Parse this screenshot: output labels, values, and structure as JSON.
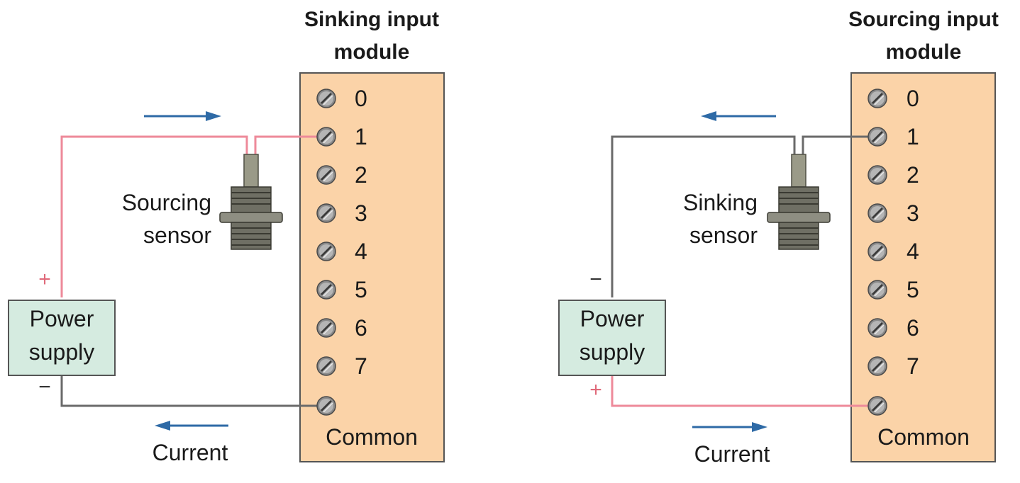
{
  "colors": {
    "module_fill": "#fbd3a8",
    "power_fill": "#d5ebe0",
    "positive_wire": "#ee8a9a",
    "negative_wire": "#6a6a6a",
    "current_arrow": "#2e6aa6",
    "plus_sign": "#e06a7a"
  },
  "panels": [
    {
      "module_title_line1": "Sinking input",
      "module_title_line2": "module",
      "terminals": [
        "0",
        "1",
        "2",
        "3",
        "4",
        "5",
        "6",
        "7"
      ],
      "common_label": "Common",
      "sensor_label_line1": "Sourcing",
      "sensor_label_line2": "sensor",
      "power_label_line1": "Power",
      "power_label_line2": "supply",
      "top_sign": "+",
      "bottom_sign": "−",
      "current_label": "Current",
      "top_arrow_direction": "right",
      "bottom_arrow_direction": "left"
    },
    {
      "module_title_line1": "Sourcing input",
      "module_title_line2": "module",
      "terminals": [
        "0",
        "1",
        "2",
        "3",
        "4",
        "5",
        "6",
        "7"
      ],
      "common_label": "Common",
      "sensor_label_line1": "Sinking",
      "sensor_label_line2": "sensor",
      "power_label_line1": "Power",
      "power_label_line2": "supply",
      "top_sign": "−",
      "bottom_sign": "+",
      "current_label": "Current",
      "top_arrow_direction": "left",
      "bottom_arrow_direction": "right"
    }
  ]
}
